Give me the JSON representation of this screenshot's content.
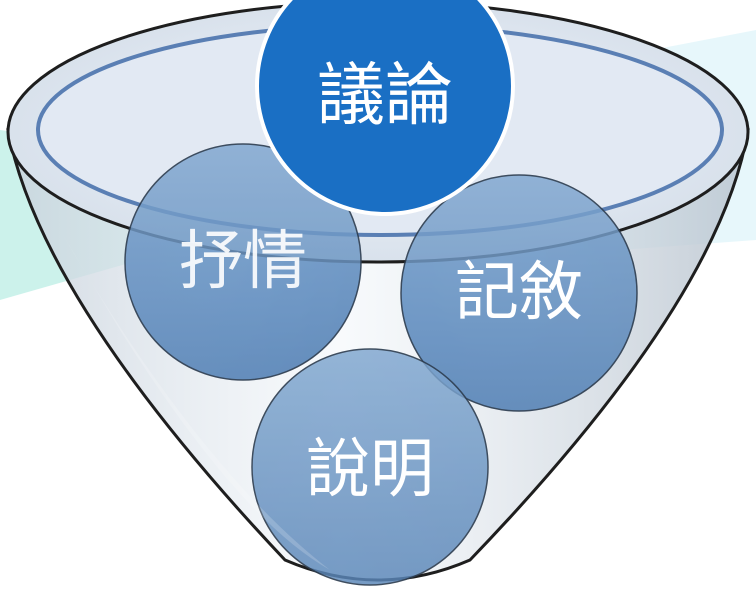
{
  "funnel": {
    "top_item": {
      "label": "議論",
      "color": "#1A6FC4"
    },
    "items": [
      {
        "label": "抒情",
        "color": "#2B73C9"
      },
      {
        "label": "記敘",
        "color": "#2B73C9"
      },
      {
        "label": "說明",
        "color": "#2B73C9"
      }
    ],
    "glass_color": "#D6E2F0",
    "rim_color": "#5A7FB4",
    "outline_color": "#1E1E1E"
  },
  "background": {
    "stripe_colors": [
      "#BFEFE6",
      "#DDF4FA"
    ]
  }
}
